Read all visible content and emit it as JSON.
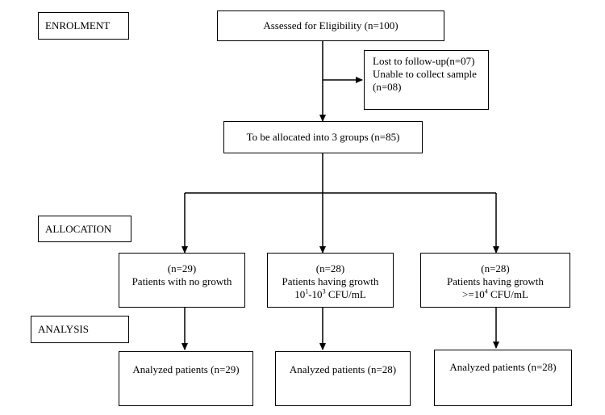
{
  "stages": {
    "enrolment": "ENROLMENT",
    "allocation": "ALLOCATION",
    "analysis": "ANALYSIS"
  },
  "assessed": "Assessed for Eligibility (n=100)",
  "exclusions": {
    "line1": "Lost to follow-up(n=07)",
    "line2": "Unable to collect sample",
    "line3": "(n=08)"
  },
  "allocated": "To be allocated into 3 groups (n=85)",
  "groups": [
    {
      "n": "(n=29)",
      "line1": "Patients with no growth"
    },
    {
      "n": "(n=28)",
      "line1": "Patients having growth",
      "range_a": "10",
      "sup_a": "1",
      "dash": "-10",
      "sup_b": "3",
      "unit": " CFU/mL"
    },
    {
      "n": "(n=28)",
      "line1": "Patients having growth",
      "prefix": ">=10",
      "sup": "4",
      "unit": " CFU/mL"
    }
  ],
  "analyzed": [
    "Analyzed patients (n=29)",
    "Analyzed patients (n=28)",
    "Analyzed patients (n=28)"
  ]
}
